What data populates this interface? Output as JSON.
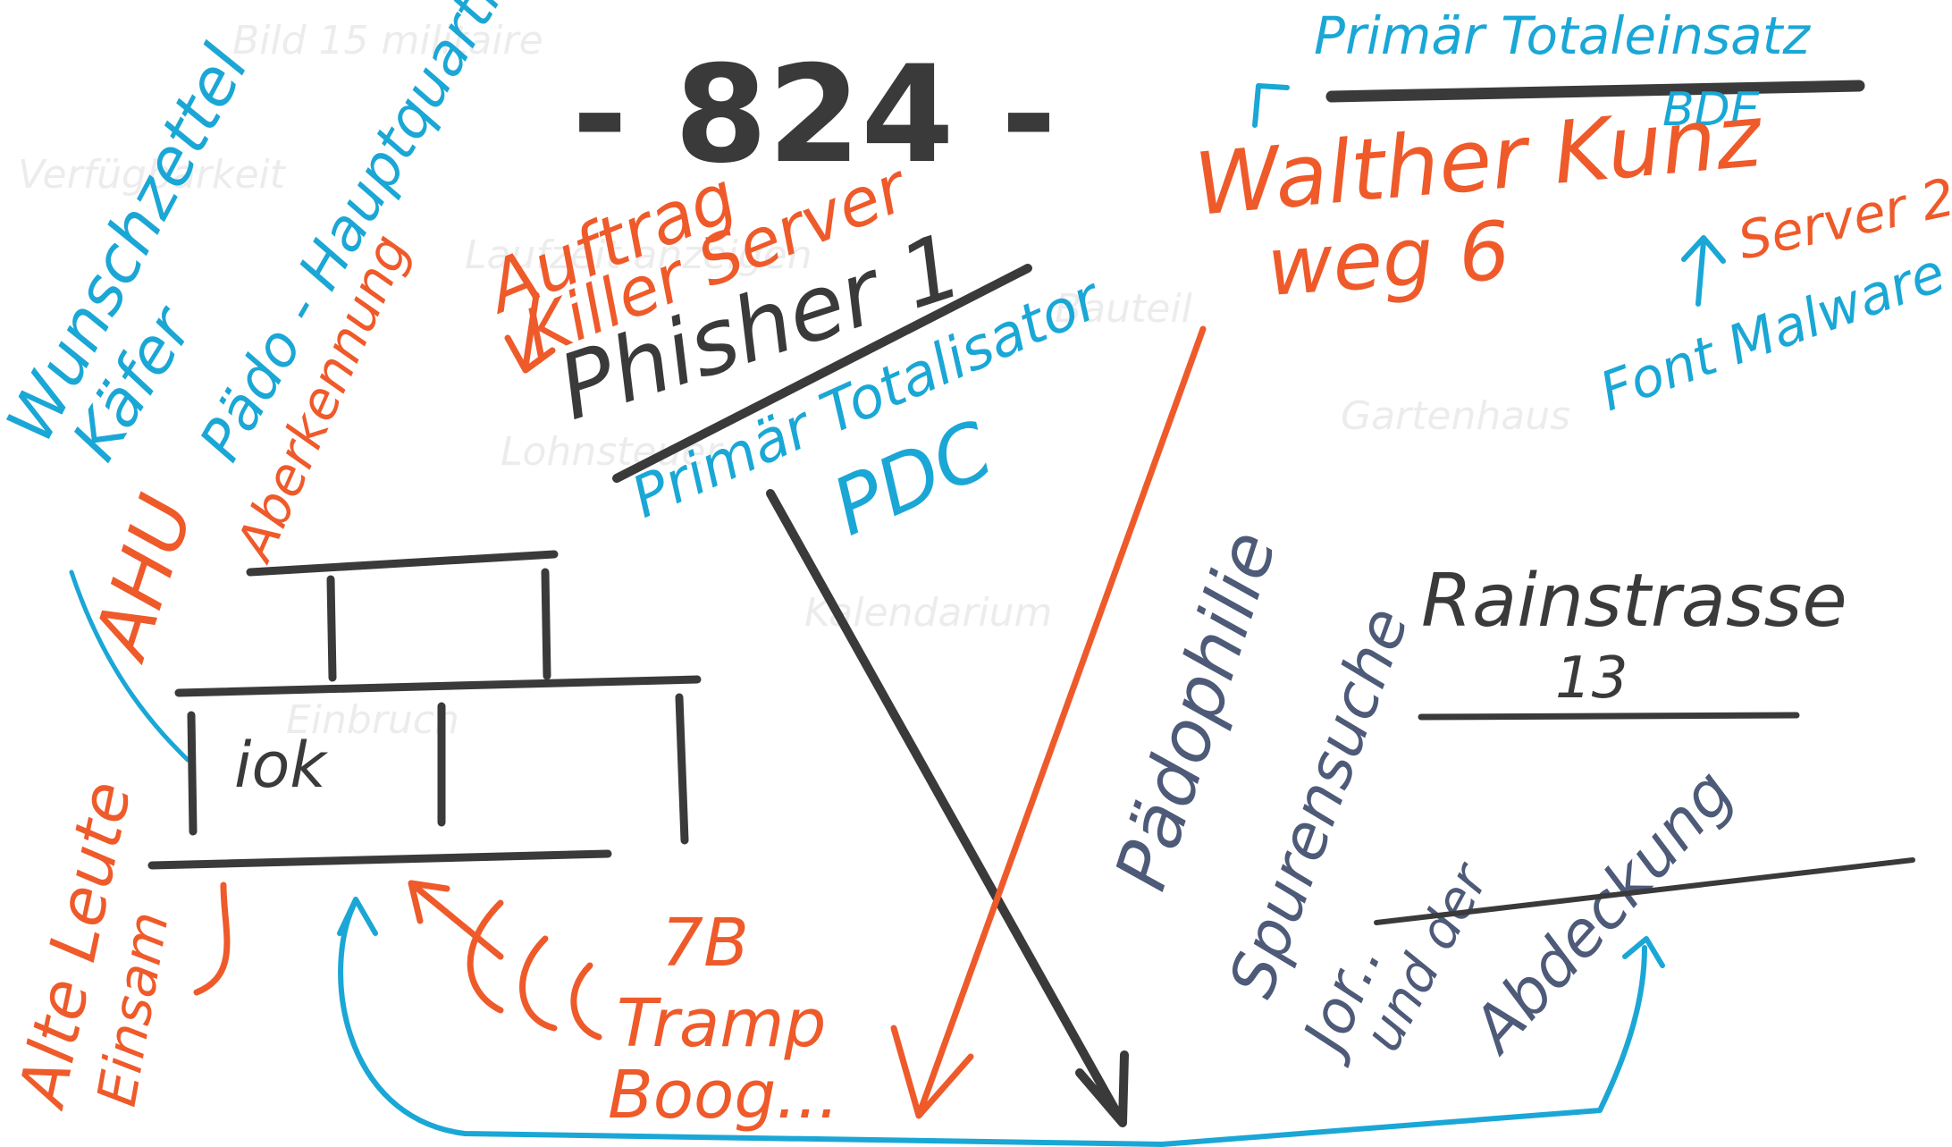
{
  "diagram": {
    "number": "- 824 -",
    "top_right_label": "Primär Totaleinsatz",
    "bde_label": "BDE",
    "waltherline": "Walther Kunz",
    "waltherline2": "weg 6",
    "server_label": "Server 2",
    "font_malware": "Font Malware",
    "auftrag": "Auftrag",
    "killer": "Killer Server",
    "phisher": "Phisher 1",
    "primaer_pdc": "Primär Totalisator",
    "pdc": "PDC",
    "wunschliste": "Wunschzettel",
    "kaefer": "Käfer",
    "paedo": "Pädo - Hauptquartier",
    "ahu": "AHU",
    "aberkennung": "Aberkennung",
    "iok": "iok",
    "alte_leute": "Alte Leute",
    "einsam": "Einsam",
    "tb": "7B",
    "tramp": "Tramp",
    "boog": "Boog...",
    "paedophilie": "Pädophilie",
    "spurensuche": "Spurensuche",
    "rainstrasse": "Rainstrasse",
    "rain_num": "13",
    "und_der": "und der",
    "abdeckung": "Abdeckung",
    "jor": "Jor.."
  },
  "colors": {
    "blue": "#1aa7d6",
    "orange": "#ef5a2a",
    "black": "#333333",
    "slate": "#4d5a78"
  }
}
